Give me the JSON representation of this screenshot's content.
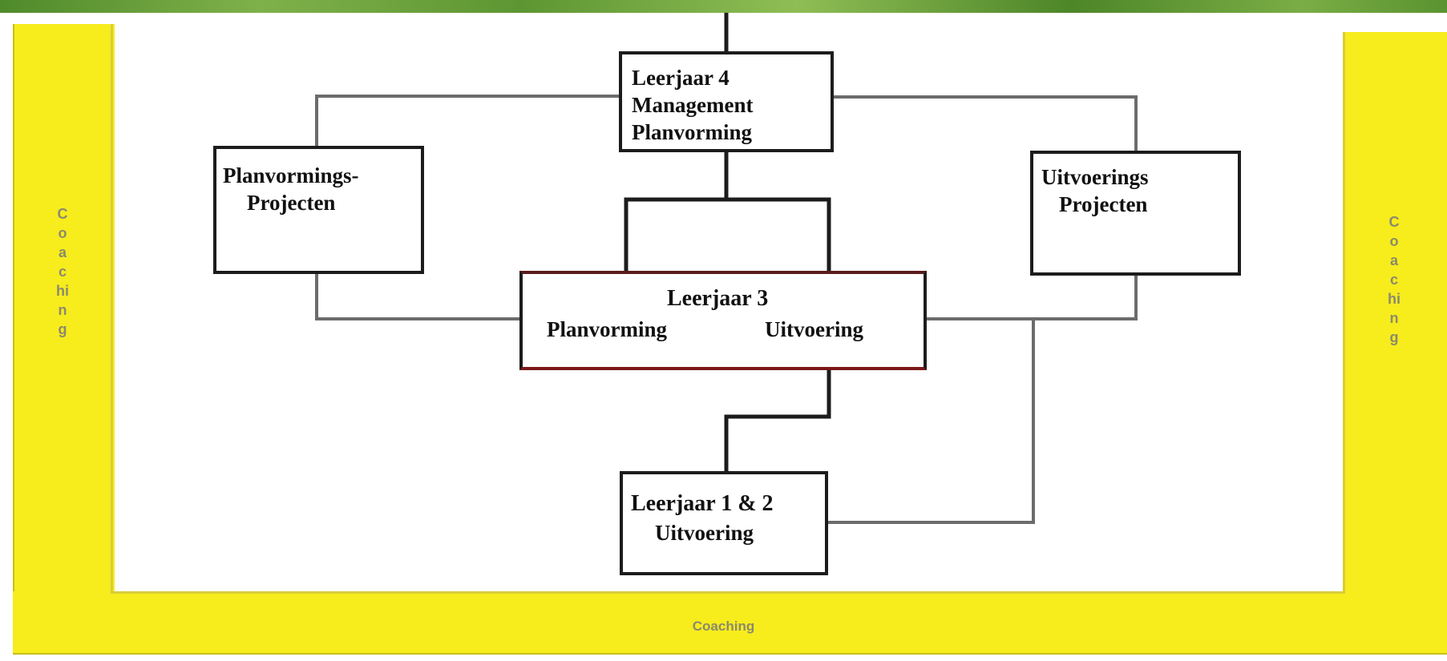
{
  "frame": {
    "left_label": "Coaching",
    "right_label": "Coaching",
    "bottom_label": "Coaching",
    "frame_color": "#f7ec1c",
    "banner_color": "#6ea33d"
  },
  "boxes": {
    "leerjaar4": {
      "line1": "Leerjaar 4",
      "line2": "Management",
      "line3": "Planvorming"
    },
    "planvormings_projecten": {
      "line1": "Planvormings-",
      "line2": "Projecten"
    },
    "uitvoerings_projecten": {
      "line1": "Uitvoerings",
      "line2": "Projecten"
    },
    "leerjaar3": {
      "title": "Leerjaar 3",
      "left": "Planvorming",
      "right": "Uitvoering"
    },
    "leerjaar12": {
      "line1": "Leerjaar 1 & 2",
      "line2": "Uitvoering"
    }
  }
}
